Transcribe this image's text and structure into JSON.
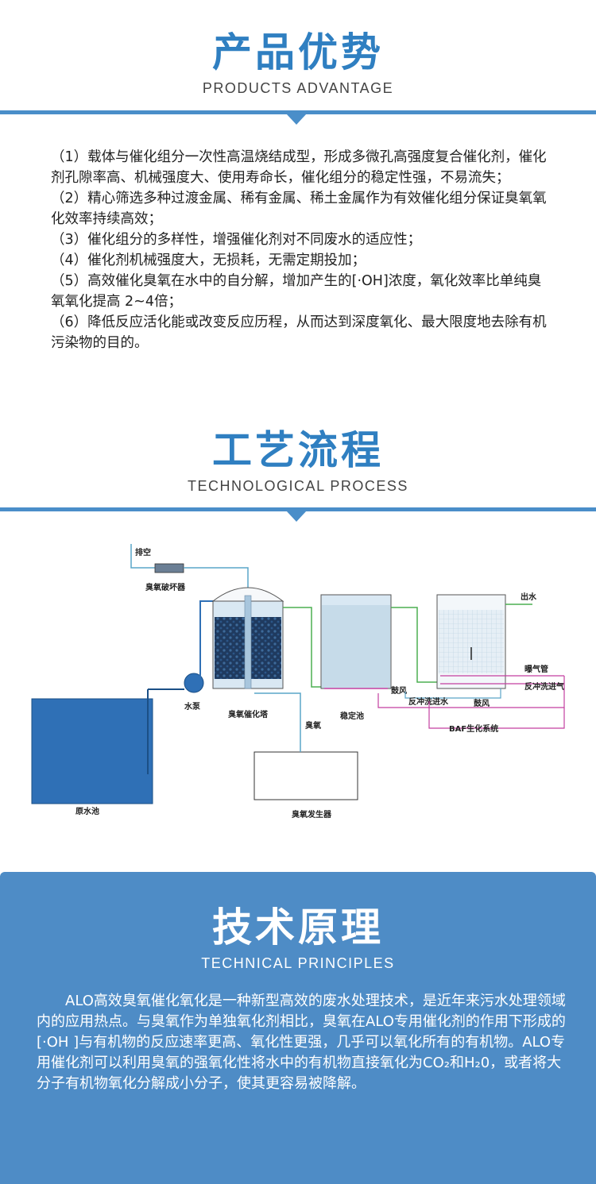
{
  "advantage": {
    "title": "产品优势",
    "subtitle": "PRODUCTS ADVANTAGE",
    "items": [
      "（1）载体与催化组分一次性高温烧结成型，形成多微孔高强度复合催化剂，催化剂孔隙率高、机械强度大、使用寿命长，催化组分的稳定性强，不易流失；",
      "（2）精心筛选多种过渡金属、稀有金属、稀土金属作为有效催化组分保证臭氧氧化效率持续高效；",
      "（3）催化组分的多样性，增强催化剂对不同废水的适应性；",
      "（4）催化剂机械强度大，无损耗，无需定期投加；",
      "（5）高效催化臭氧在水中的自分解，增加产生的[·OH]浓度，氧化效率比单纯臭氧氧化提高 2~4倍；",
      "（6）降低反应活化能或改变反应历程，从而达到深度氧化、最大限度地去除有机污染物的目的。"
    ]
  },
  "process": {
    "title": "工艺流程",
    "subtitle": "TECHNOLOGICAL PROCESS",
    "labels": {
      "vent": "排空",
      "destructor": "臭氧破坏器",
      "pump": "水泵",
      "tower": "臭氧催化塔",
      "ozone": "臭氧",
      "stable_tank": "稳定池",
      "baf": "BAF生化系统",
      "outlet": "出水",
      "aeration": "曝气管",
      "backwash_gas": "反冲洗进气",
      "backwash_water": "反冲洗进水",
      "blower1": "鼓风",
      "blower2": "鼓风",
      "raw_tank": "原水池",
      "generator": "臭氧发生器"
    }
  },
  "principle": {
    "title": "技术原理",
    "subtitle": "TECHNICAL PRINCIPLES",
    "body": "ALO高效臭氧催化氧化是一种新型高效的废水处理技术，是近年来污水处理领域内的应用热点。与臭氧作为单独氧化剂相比，臭氧在ALO专用催化剂的作用下形成的[·OH ]与有机物的反应速率更高、氧化性更强，几乎可以氧化所有的有机物。ALO专用催化剂可以利用臭氧的强氧化性将水中的有机物直接氧化为CO₂和H₂0，或者将大分子有机物氧化分解成小分子，使其更容易被降解。"
  },
  "colors": {
    "accent": "#2f7fc1",
    "panel": "#4e8cc6"
  }
}
